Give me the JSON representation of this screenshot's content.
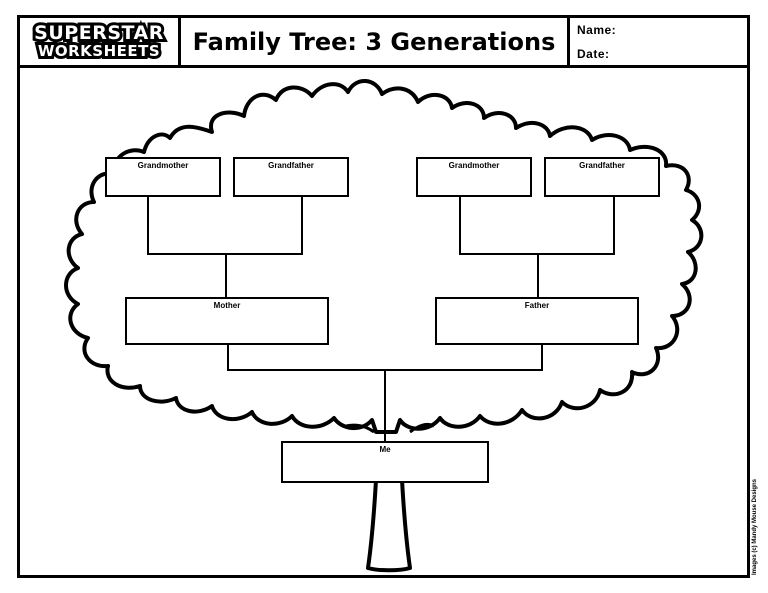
{
  "logo": {
    "line1": "SUPERSTAR",
    "line2": "WORKSHEETS"
  },
  "worksheet": {
    "title": "Family Tree: 3 Generations"
  },
  "fields": {
    "name_label": "Name:",
    "date_label": "Date:"
  },
  "tree": {
    "grandmother_left": "Grandmother",
    "grandfather_left": "Grandfather",
    "grandmother_right": "Grandmother",
    "grandfather_right": "Grandfather",
    "mother": "Mother",
    "father": "Father",
    "me": "Me"
  },
  "credit": "Images (c) Mandy Mouse Designs"
}
